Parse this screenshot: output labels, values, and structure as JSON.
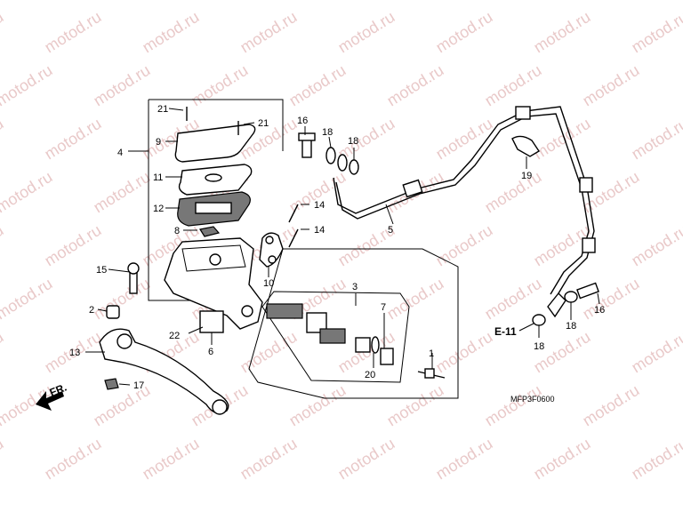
{
  "watermark": "motod.ru",
  "diagram_code": "MFP3F0600",
  "reference": "E-11",
  "direction_label": "FR.",
  "callouts": {
    "c1": "1",
    "c2": "2",
    "c3": "3",
    "c4": "4",
    "c5": "5",
    "c6": "6",
    "c7": "7",
    "c8": "8",
    "c9": "9",
    "c10": "10",
    "c11": "11",
    "c12": "12",
    "c13": "13",
    "c14a": "14",
    "c14b": "14",
    "c15": "15",
    "c16a": "16",
    "c16b": "16",
    "c17": "17",
    "c18a": "18",
    "c18b": "18",
    "c18c": "18",
    "c18d": "18",
    "c19": "19",
    "c20": "20",
    "c21a": "21",
    "c21b": "21",
    "c22": "22"
  },
  "colors": {
    "line": "#000000",
    "watermark": "#e9c9c9",
    "background": "#ffffff"
  }
}
